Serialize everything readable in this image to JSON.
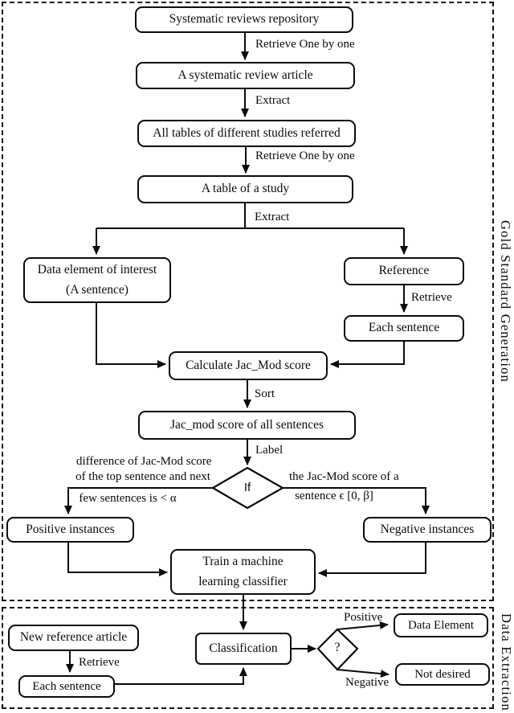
{
  "sections": {
    "gold": {
      "label": "Gold Standard Generation"
    },
    "extraction": {
      "label": "Data Extraction"
    }
  },
  "nodes": {
    "repo": "Systematic reviews repository",
    "review_article": "A systematic review article",
    "all_tables": "All tables of different studies referred",
    "table_of_study": "A table of a study",
    "data_element": {
      "line1": "Data element of interest",
      "line2": "(A sentence)"
    },
    "reference": "Reference",
    "each_sentence_top": "Each sentence",
    "calc_jacmod": "Calculate Jac_Mod score",
    "jacmod_scores": "Jac_mod score of all sentences",
    "if_diamond": "If",
    "positive_instances": "Positive instances",
    "negative_instances": "Negative instances",
    "train_classifier": {
      "line1": "Train a machine",
      "line2": "learning classifier"
    },
    "new_reference": "New reference article",
    "each_sentence_bottom": "Each sentence",
    "classification": "Classification",
    "question_diamond": "?",
    "data_element_out": "Data Element",
    "not_desired": "Not desired"
  },
  "edge_labels": {
    "retrieve_one_by_one_1": "Retrieve One by one",
    "extract_1": "Extract",
    "retrieve_one_by_one_2": "Retrieve One by one",
    "extract_2": "Extract",
    "retrieve_reference": "Retrieve",
    "sort": "Sort",
    "label": "Label",
    "retrieve_new": "Retrieve",
    "positive_branch": "Positive",
    "negative_branch": "Negative"
  },
  "conditions": {
    "left": [
      "difference of Jac-Mod score",
      "of the top  sentence and next",
      "few sentences is < α"
    ],
    "right": [
      "the Jac-Mod score of a",
      "sentence ϵ [0, β]"
    ]
  },
  "colors": {
    "ink": "#0b0b0b",
    "background": "#ffffff"
  }
}
